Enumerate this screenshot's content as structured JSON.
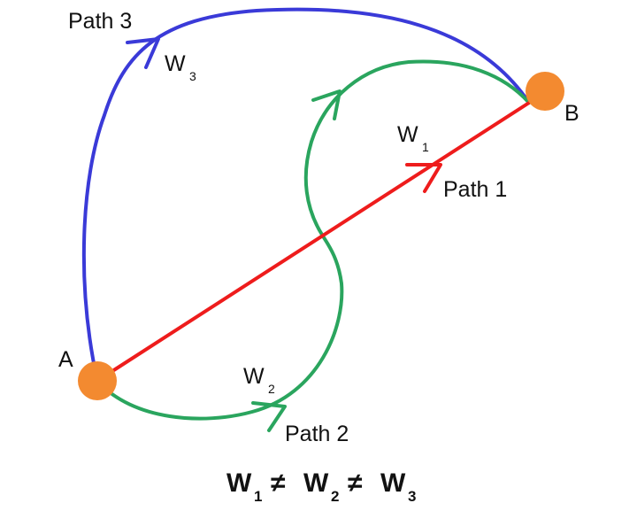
{
  "diagram": {
    "title": "Work done along different paths between points A and B",
    "points": {
      "a": {
        "label": "A"
      },
      "b": {
        "label": "B"
      }
    },
    "paths": [
      {
        "label": "Path 1",
        "work_symbol": "W",
        "work_subscript": "1"
      },
      {
        "label": "Path 2",
        "work_symbol": "W",
        "work_subscript": "2"
      },
      {
        "label": "Path 3",
        "work_symbol": "W",
        "work_subscript": "3"
      }
    ],
    "equation": {
      "symbol": "W",
      "subscripts": [
        "1",
        "2",
        "3"
      ],
      "operator": "≠"
    },
    "colors": {
      "path1": "#ee1c1c",
      "path2": "#2aa55e",
      "path3": "#3a3ad8",
      "point": "#f38a30",
      "text": "#111111"
    }
  }
}
